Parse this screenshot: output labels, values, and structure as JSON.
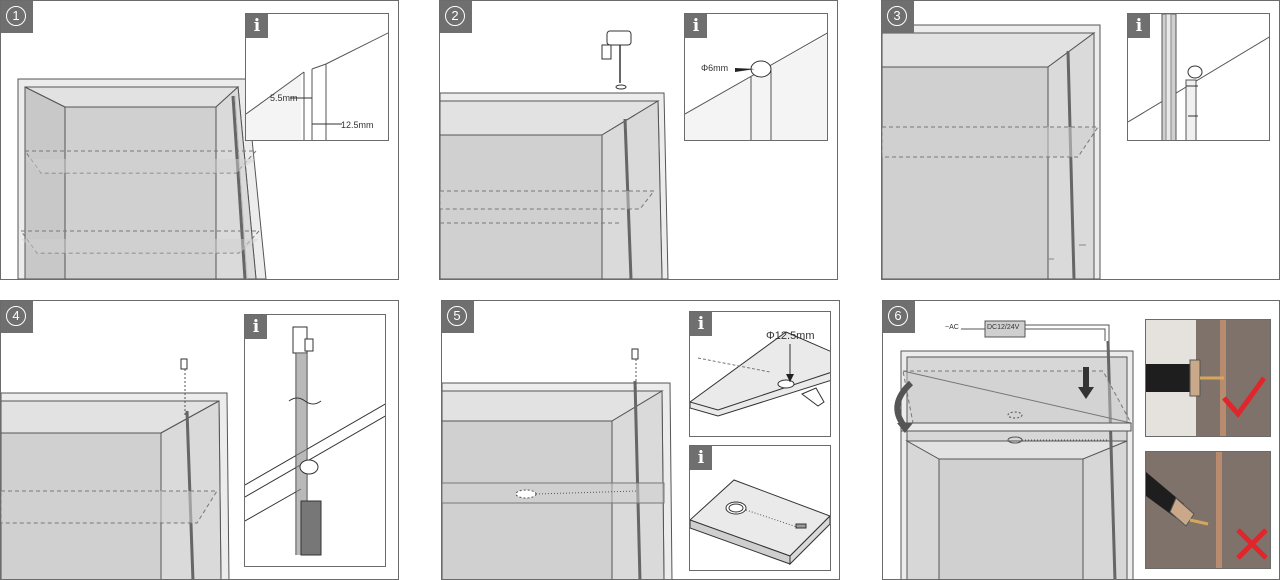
{
  "steps": [
    {
      "number": "1",
      "labels": {
        "gap_depth": "5.5mm",
        "gap_offset": "12.5mm"
      }
    },
    {
      "number": "2",
      "labels": {
        "hole_diameter": "Φ6mm"
      }
    },
    {
      "number": "3"
    },
    {
      "number": "4"
    },
    {
      "number": "5",
      "labels": {
        "hole_diameter": "Φ12.5mm"
      }
    },
    {
      "number": "6",
      "labels": {
        "ac_input": "~AC",
        "driver": "DC12/24V"
      }
    }
  ],
  "info_icon": "i",
  "icons": {
    "step_badge": "circled-number-icon",
    "info": "info-icon",
    "drill": "drill-icon",
    "correct": "checkmark-icon",
    "incorrect": "cross-icon"
  },
  "colors": {
    "badge": "#6f6f6f",
    "panel_gray": "#d7d7d7",
    "correct_mark": "#e0262b",
    "incorrect_mark": "#e0262b"
  }
}
